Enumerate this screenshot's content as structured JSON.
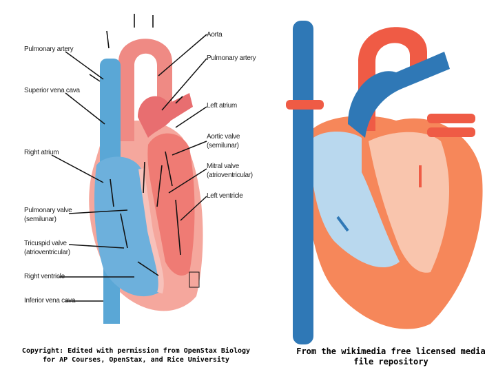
{
  "left": {
    "labels": {
      "pulmonary_artery_left": "Pulmonary artery",
      "superior_vena_cava": "Superior vena cava",
      "right_atrium": "Right atrium",
      "pulmonary_valve_1": "Pulmonary valve",
      "pulmonary_valve_2": "(semilunar)",
      "tricuspid_valve_1": "Tricuspid valve",
      "tricuspid_valve_2": "(atrioventricular)",
      "right_ventricle": "Right ventricle",
      "inferior_vena_cava": "Inferior vena cava",
      "aorta": "Aorta",
      "pulmonary_artery_right": "Pulmonary artery",
      "left_atrium": "Left atrium",
      "aortic_valve_1": "Aortic valve",
      "aortic_valve_2": "(semilunar)",
      "mitral_valve_1": "Mitral valve",
      "mitral_valve_2": "(atrioventricular)",
      "left_ventricle": "Left ventricle"
    },
    "caption_line1": "Copyright: Edited with permission from OpenStax Biology",
    "caption_line2": "for AP Courses, OpenStax, and Rice University"
  },
  "right": {
    "caption_line1": "From the wikimedia free licensed media",
    "caption_line2": "file repository"
  },
  "colors": {
    "oxygen_poor": "#5aa7d6",
    "oxygen_rich": "#ef7b74",
    "heart_wall": "#f29a8f",
    "right_vessel_blue": "#2f78b6",
    "right_vessel_red": "#ef5b45",
    "right_wall_orange": "#f6875a"
  }
}
